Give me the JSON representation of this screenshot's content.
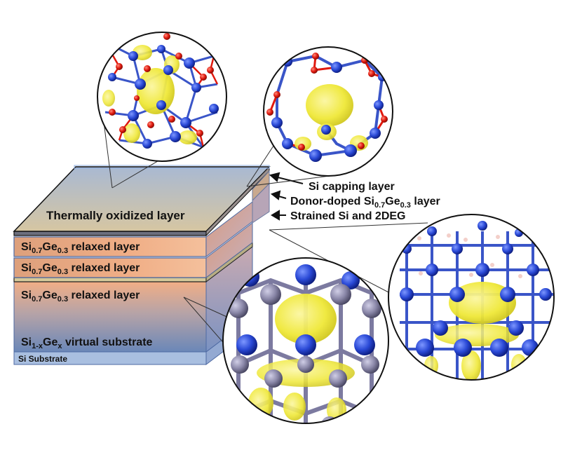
{
  "layers": {
    "oxide": "Thermally oxidized layer",
    "relaxed_1": {
      "base": "Si",
      "sub1": "0.7",
      "mid": "Ge",
      "sub2": "0.3",
      "tail": " relaxed layer"
    },
    "relaxed_2": {
      "base": "Si",
      "sub1": "0.7",
      "mid": "Ge",
      "sub2": "0.3",
      "tail": " relaxed layer"
    },
    "relaxed_3": {
      "base": "Si",
      "sub1": "0.7",
      "mid": "Ge",
      "sub2": "0.3",
      "tail": " relaxed layer"
    },
    "virtual": {
      "base": "Si",
      "sub1": "1-x",
      "mid": "Ge",
      "sub2": "x",
      "tail": " virtual substrate"
    },
    "substrate": "Si Substrate"
  },
  "callouts": {
    "capping": "Si capping layer",
    "donor": {
      "pre": "Donor-doped Si",
      "sub1": "0.7",
      "mid": "Ge",
      "sub2": "0.3",
      "tail": " layer"
    },
    "strained": "Strained Si and 2DEG"
  },
  "colors": {
    "si_atom": "#2a49d6",
    "ge_atom": "#8a87a8",
    "o_atom": "#e0190e",
    "h_atom": "#f3cfc9",
    "orbital": "#f2ee38",
    "oxide_top": "#d2c7a4",
    "sige": "#e9a47c",
    "substrate": "#a9bfe0"
  }
}
